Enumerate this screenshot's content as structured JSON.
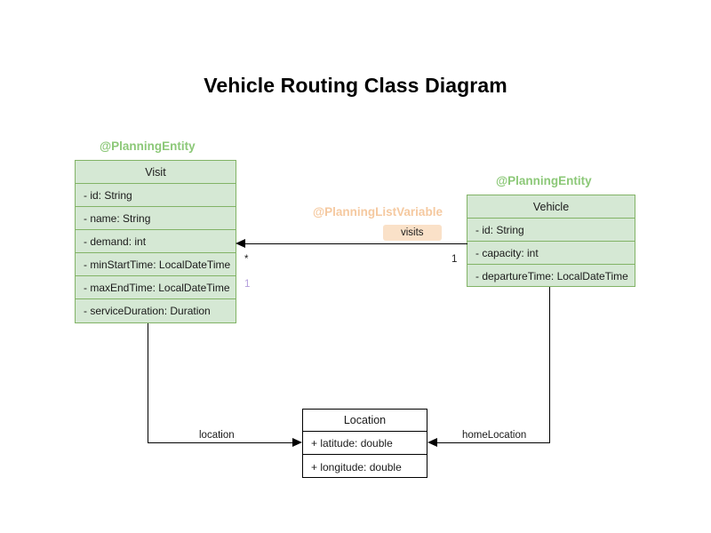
{
  "diagram": {
    "title": "Vehicle Routing Class Diagram",
    "type": "uml-class-diagram"
  },
  "annotations": {
    "visit_stereotype": "@PlanningEntity",
    "vehicle_stereotype": "@PlanningEntity",
    "visits_stereotype": "@PlanningListVariable"
  },
  "classes": {
    "visit": {
      "name": "Visit",
      "attributes": [
        "- id: String",
        "- name: String",
        "- demand: int",
        "- minStartTime: LocalDateTime",
        "- maxEndTime: LocalDateTime",
        "- serviceDuration: Duration"
      ]
    },
    "vehicle": {
      "name": "Vehicle",
      "attributes": [
        "- id: String",
        "- capacity: int",
        "- departureTime: LocalDateTime"
      ]
    },
    "location": {
      "name": "Location",
      "attributes": [
        "+ latitude: double",
        "+ longitude: double"
      ]
    }
  },
  "associations": {
    "visits": {
      "label": "visits",
      "source_multiplicity": "1",
      "target_multiplicity": "*"
    },
    "visit_location": {
      "label": "location",
      "multiplicity": "1"
    },
    "vehicle_home_location": {
      "label": "homeLocation"
    }
  },
  "colors": {
    "entity_fill": "#d5e8d4",
    "entity_border": "#82b366",
    "annotation_green": "#8cc878",
    "annotation_orange": "#f5c9a0",
    "label_fill": "#fae1c8",
    "muted_multiplicity": "#b39ddb",
    "line": "#000000",
    "background": "#ffffff"
  }
}
